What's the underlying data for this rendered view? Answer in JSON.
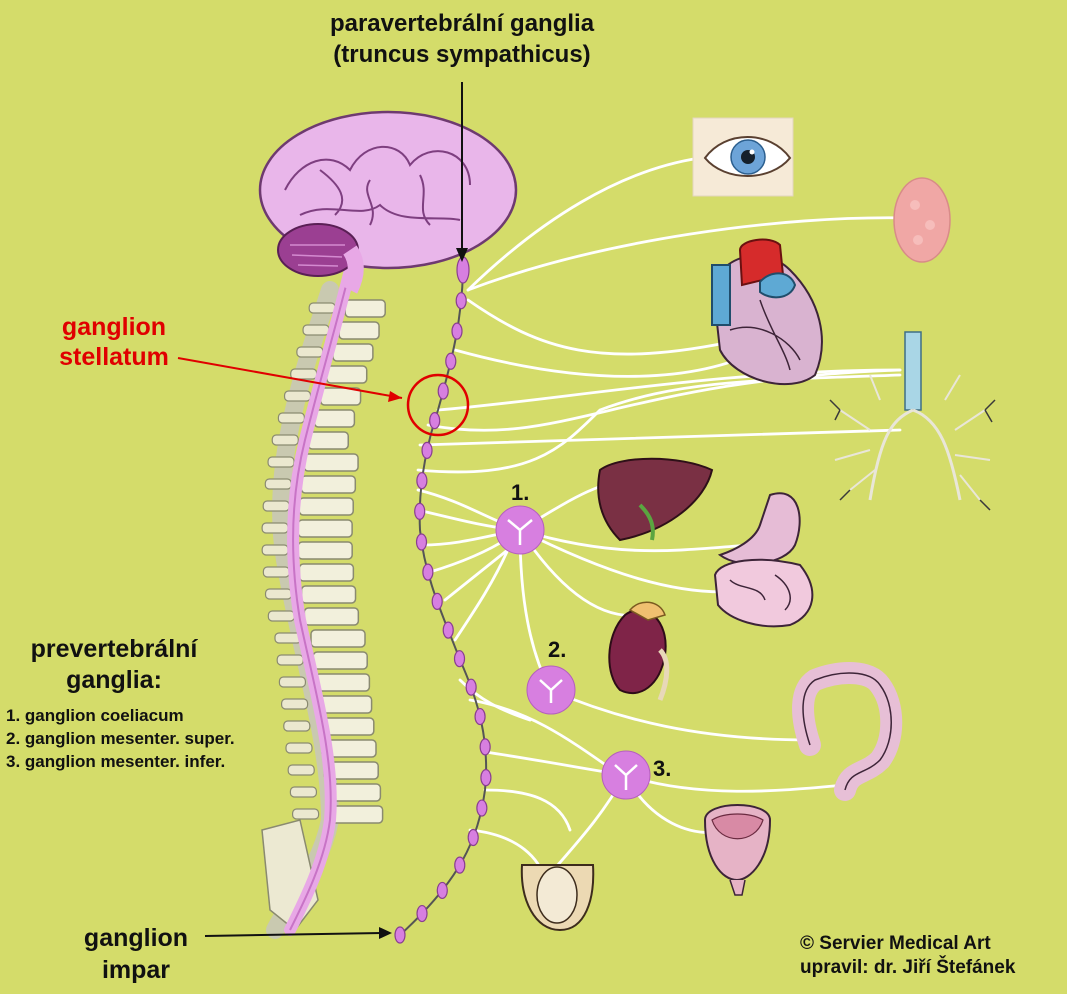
{
  "labels": {
    "paravertebral_line1": "paravertebrální ganglia",
    "paravertebral_line2": "(truncus sympathicus)",
    "stellatum_line1": "ganglion",
    "stellatum_line2": "stellatum",
    "prevertebral_line1": "prevertebrální",
    "prevertebral_line2": "ganglia:",
    "impar_line1": "ganglion",
    "impar_line2": "impar",
    "credit_line1": "© Servier Medical Art",
    "credit_line2": "upravil: dr. Jiří Štefánek"
  },
  "prevertebral_list": [
    "1. ganglion coeliacum",
    "2. ganglion mesenter. super.",
    "3. ganglion mesenter. infer."
  ],
  "ganglion_numbers": [
    "1.",
    "2.",
    "3."
  ],
  "colors": {
    "background": "#d4dc6a",
    "ganglion": "#d77fe0",
    "nerve": "#ffffff",
    "highlight": "#e00000"
  }
}
